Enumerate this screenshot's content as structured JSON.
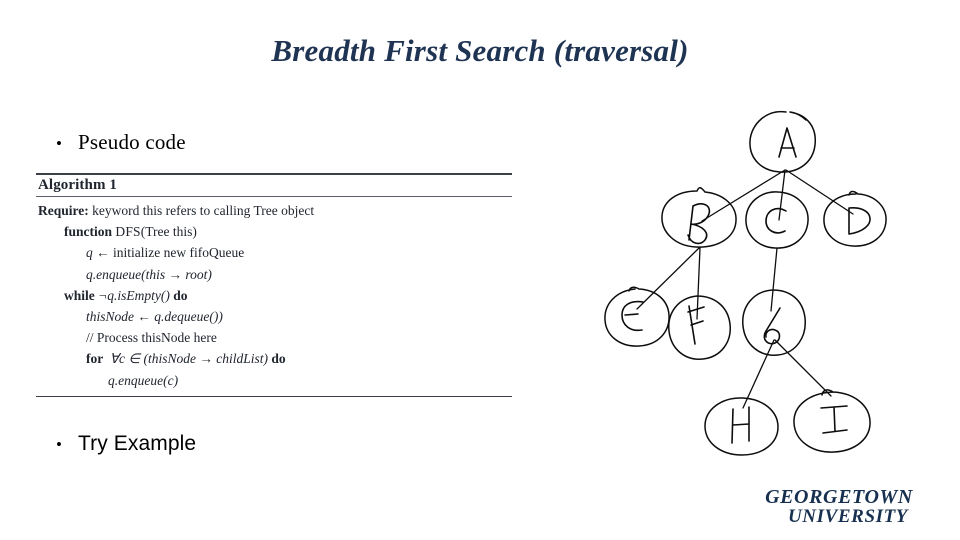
{
  "slide": {
    "title": "Breadth First Search (traversal)",
    "title_color": "#1f3352",
    "background_color": "#ffffff"
  },
  "bullets": [
    {
      "marker": "•",
      "label": "Pseudo code"
    },
    {
      "marker": "•",
      "label": "Try Example"
    }
  ],
  "algorithm": {
    "caption": "Algorithm 1",
    "lines": [
      {
        "indent": 0,
        "segments": [
          {
            "text": "Require:",
            "style": "bold"
          },
          {
            "text": " keyword this refers to calling Tree object",
            "style": "roman"
          }
        ]
      },
      {
        "indent": 1,
        "segments": [
          {
            "text": "function ",
            "style": "bold"
          },
          {
            "text": "DFS",
            "style": "smallcaps"
          },
          {
            "text": "(Tree this)",
            "style": "roman"
          }
        ]
      },
      {
        "indent": 2,
        "segments": [
          {
            "text": "q",
            "style": "italic"
          },
          {
            "text": " ← initialize new fifoQueue",
            "style": "roman"
          }
        ]
      },
      {
        "indent": 2,
        "segments": [
          {
            "text": "q.enqueue(this → root)",
            "style": "italic"
          }
        ]
      },
      {
        "indent": 1,
        "segments": [
          {
            "text": "while ",
            "style": "bold"
          },
          {
            "text": "¬q.isEmpty()",
            "style": "italic"
          },
          {
            "text": " do",
            "style": "bold"
          }
        ]
      },
      {
        "indent": 2,
        "segments": [
          {
            "text": "thisNode ← q.dequeue())",
            "style": "italic"
          }
        ]
      },
      {
        "indent": 2,
        "segments": [
          {
            "text": "// Process thisNode here",
            "style": "roman"
          }
        ]
      },
      {
        "indent": 2,
        "segments": [
          {
            "text": "for ",
            "style": "bold"
          },
          {
            "text": " ∀c ∈ (thisNode → childList)",
            "style": "italic"
          },
          {
            "text": " do",
            "style": "bold"
          }
        ]
      },
      {
        "indent": 3,
        "segments": [
          {
            "text": "q.enqueue(c)",
            "style": "italic"
          }
        ]
      }
    ]
  },
  "tree_figure": {
    "description": "hand-drawn example tree for BFS traversal",
    "nodes": [
      {
        "id": "A",
        "label": "A"
      },
      {
        "id": "B",
        "label": "B"
      },
      {
        "id": "C",
        "label": "C"
      },
      {
        "id": "D",
        "label": "D"
      },
      {
        "id": "E",
        "label": "E"
      },
      {
        "id": "F",
        "label": "F"
      },
      {
        "id": "G",
        "label": "G"
      },
      {
        "id": "H",
        "label": "H"
      },
      {
        "id": "I",
        "label": "I"
      }
    ],
    "edges": [
      {
        "from": "A",
        "to": "B"
      },
      {
        "from": "A",
        "to": "C"
      },
      {
        "from": "A",
        "to": "D"
      },
      {
        "from": "B",
        "to": "E"
      },
      {
        "from": "B",
        "to": "F"
      },
      {
        "from": "C",
        "to": "G"
      },
      {
        "from": "G",
        "to": "H"
      },
      {
        "from": "G",
        "to": "I"
      }
    ]
  },
  "logo": {
    "line1": "GEORGETOWN",
    "line2": "UNIVERSITY",
    "color": "#17304f"
  }
}
